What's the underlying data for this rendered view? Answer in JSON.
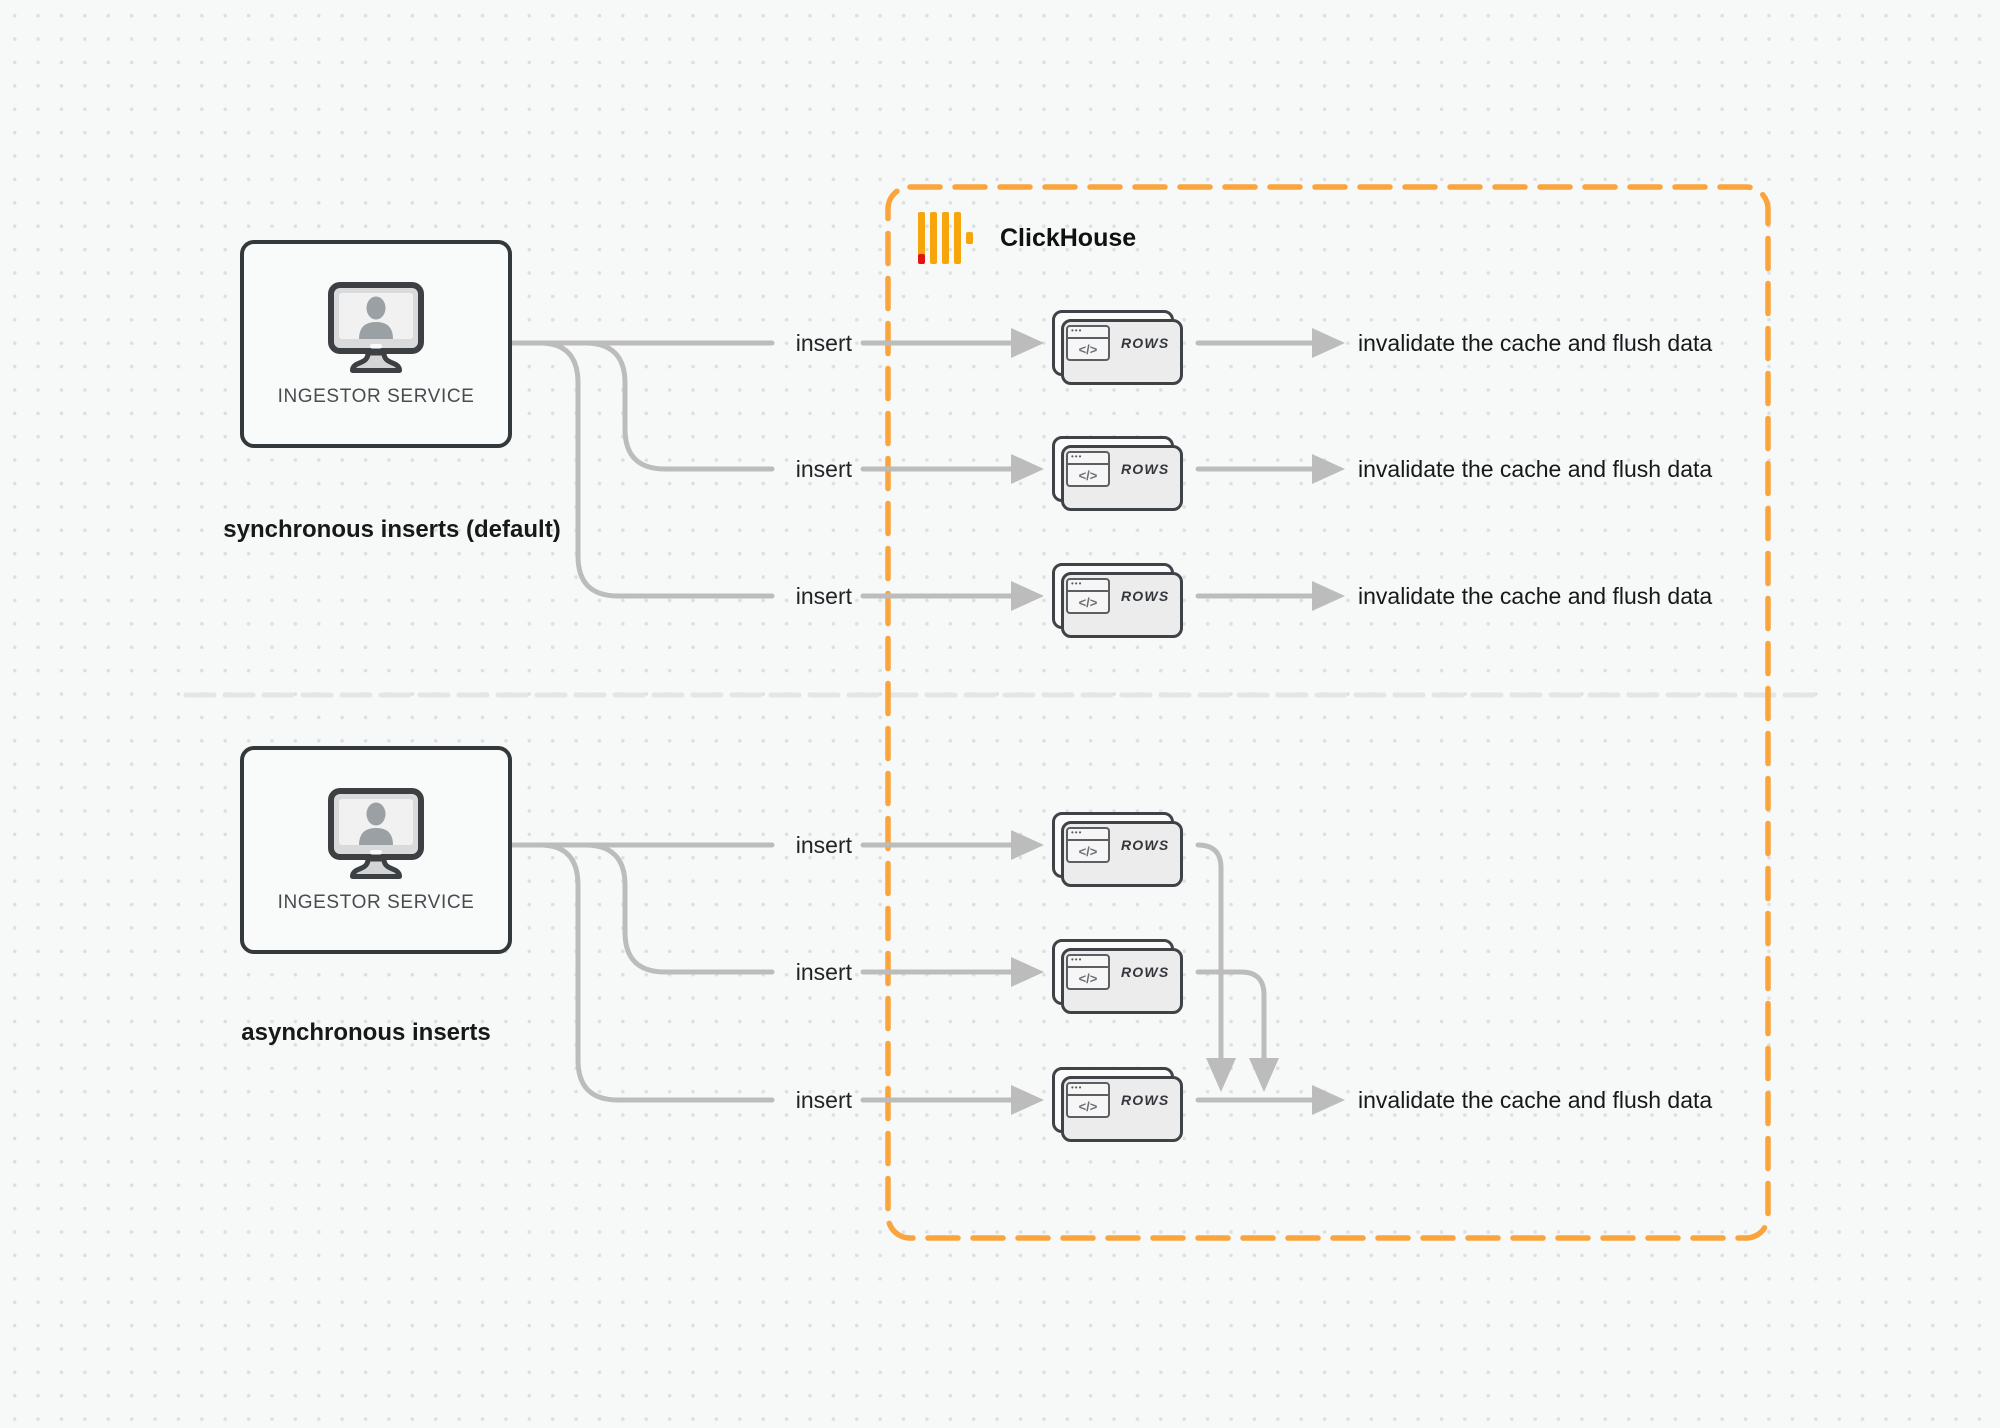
{
  "colors": {
    "accent_orange": "#F9A43C",
    "logo_bar_orange": "#F7A50D",
    "logo_red": "#E3130F",
    "wire_gray": "#BCBCBC",
    "divider_gray": "#E4E5E6"
  },
  "clickhouse": {
    "label": "ClickHouse"
  },
  "icons": {
    "mini_window_dots": "•••",
    "mini_window_code": "</>"
  },
  "sync": {
    "caption": "synchronous inserts (default)",
    "service_label": "INGESTOR SERVICE",
    "rows": [
      {
        "insert_label": "insert",
        "card_label": "ROWS",
        "result_label": "invalidate the cache and flush data"
      },
      {
        "insert_label": "insert",
        "card_label": "ROWS",
        "result_label": "invalidate the cache and flush data"
      },
      {
        "insert_label": "insert",
        "card_label": "ROWS",
        "result_label": "invalidate the cache and flush data"
      }
    ]
  },
  "async": {
    "caption": "asynchronous inserts",
    "service_label": "INGESTOR SERVICE",
    "rows": [
      {
        "insert_label": "insert",
        "card_label": "ROWS"
      },
      {
        "insert_label": "insert",
        "card_label": "ROWS"
      },
      {
        "insert_label": "insert",
        "card_label": "ROWS"
      }
    ],
    "result_label": "invalidate the cache and flush data"
  }
}
